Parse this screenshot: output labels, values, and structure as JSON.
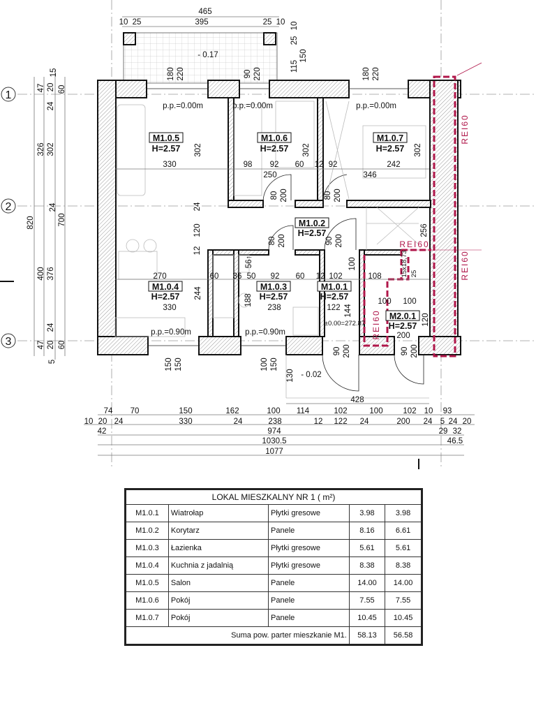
{
  "axes": [
    "1",
    "2",
    "3"
  ],
  "rooms": [
    {
      "code": "M1.0.5",
      "height": "H=2.57"
    },
    {
      "code": "M1.0.6",
      "height": "H=2.57"
    },
    {
      "code": "M1.0.7",
      "height": "H=2.57"
    },
    {
      "code": "M1.0.2",
      "height": "H=2.57"
    },
    {
      "code": "M1.0.4",
      "height": "H=2.57"
    },
    {
      "code": "M1.0.3",
      "height": "H=2.57"
    },
    {
      "code": "M1.0.1",
      "height": "H=2.57"
    },
    {
      "code": "M2.0.1",
      "height": "H=2.57"
    }
  ],
  "levels": {
    "pp_top": "p.p.=0.00m",
    "pp_bottom": "p.p.=0.90m",
    "terrace": "- 0.17",
    "entrance": "- 0.02",
    "zero": "±0.00=272.87"
  },
  "fire_label": "REI60",
  "top_dims": [
    "465",
    "10",
    "25",
    "395",
    "25",
    "10",
    "10",
    "25",
    "115",
    "150"
  ],
  "window_dims": [
    "180",
    "220",
    "90",
    "220",
    "180",
    "220",
    "150",
    "150",
    "100",
    "150"
  ],
  "door_dims": [
    "80",
    "200",
    "80",
    "200",
    "80",
    "200",
    "90",
    "200",
    "90",
    "200",
    "90",
    "200"
  ],
  "room_dims": [
    "330",
    "302",
    "98",
    "92",
    "60",
    "302",
    "12",
    "92",
    "250",
    "242",
    "346",
    "302",
    "24",
    "120",
    "12",
    "256",
    "56↑",
    "270",
    "60",
    "36",
    "50",
    "92",
    "60",
    "12",
    "102",
    "100",
    "108",
    "15x18,73",
    "25",
    "244",
    "188",
    "330",
    "238",
    "122",
    "144",
    "100",
    "100",
    "120",
    "200",
    "130",
    "428"
  ],
  "left_dims": [
    "15",
    "47",
    "20",
    "60",
    "24",
    "326",
    "302",
    "820",
    "24",
    "700",
    "400",
    "376",
    "24",
    "47",
    "20",
    "60",
    "5"
  ],
  "bottom_dims": {
    "row1": [
      "74",
      "70",
      "150",
      "162",
      "100",
      "114",
      "102",
      "100",
      "102",
      "10",
      "93"
    ],
    "row2": [
      "10",
      "20",
      "24",
      "330",
      "24",
      "238",
      "12",
      "122",
      "24",
      "200",
      "24",
      "5",
      "24",
      "20"
    ],
    "row3": [
      "42",
      "974",
      "29",
      "32"
    ],
    "row4": [
      "1030.5",
      "46.5"
    ],
    "row5": [
      "1077"
    ]
  },
  "table": {
    "title": "LOKAL MIESZKALNY NR 1 ( m²)",
    "rows": [
      [
        "M1.0.1",
        "Wiatrołap",
        "Płytki gresowe",
        "3.98",
        "3.98"
      ],
      [
        "M1.0.2",
        "Korytarz",
        "Panele",
        "8.16",
        "6.61"
      ],
      [
        "M1.0.3",
        "Łazienka",
        "Płytki gresowe",
        "5.61",
        "5.61"
      ],
      [
        "M1.0.4",
        "Kuchnia z jadalnią",
        "Płytki gresowe",
        "8.38",
        "8.38"
      ],
      [
        "M1.0.5",
        "Salon",
        "Panele",
        "14.00",
        "14.00"
      ],
      [
        "M1.0.6",
        "Pokój",
        "Panele",
        "7.55",
        "7.55"
      ],
      [
        "M1.0.7",
        "Pokój",
        "Panele",
        "10.45",
        "10.45"
      ]
    ],
    "sum_label": "Suma pow. parter mieszkanie M1.",
    "sum_values": [
      "58.13",
      "56.58"
    ]
  },
  "colors": {
    "fire": "#b0174a",
    "wall": "#111111"
  }
}
